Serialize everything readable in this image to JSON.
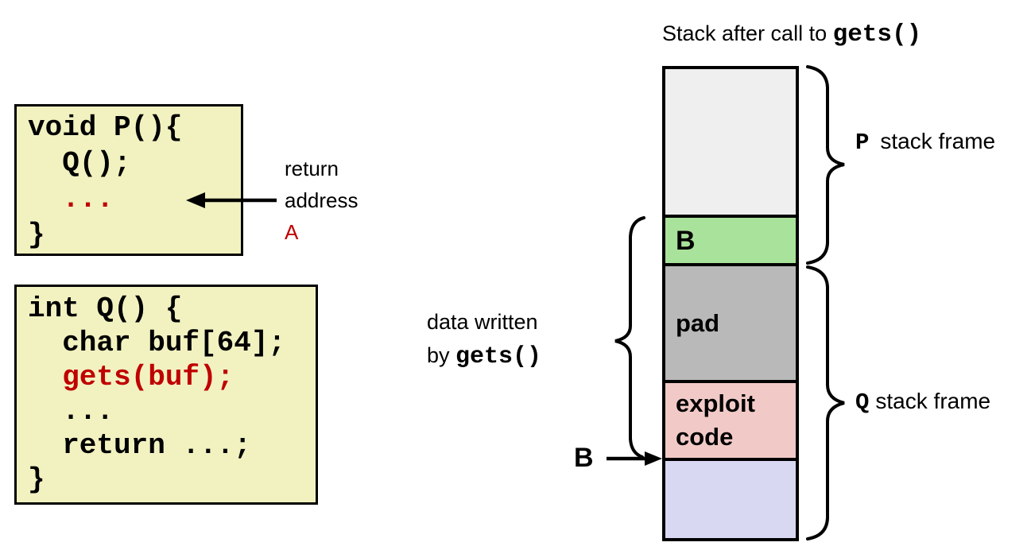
{
  "code_p": {
    "line1": "void P(){",
    "line2": "  Q();",
    "line3": "  ...",
    "line4": "}"
  },
  "code_q": {
    "line1": "int Q() {",
    "line2": "  char buf[64];",
    "line3": "  gets(buf);",
    "line4": "  ...",
    "line5": "  return ...;",
    "line6": "}"
  },
  "annotations": {
    "return_address": {
      "line1": "return",
      "line2": "address",
      "line3": "A"
    },
    "data_written": {
      "line1": "data written",
      "line2_prefix": "by ",
      "line2_code": "gets()"
    }
  },
  "stack": {
    "title_prefix": "Stack after call to ",
    "title_code": "gets()",
    "cells": {
      "return_address_label": "B",
      "pad_label": "pad",
      "exploit_line1": "exploit",
      "exploit_line2": "code"
    }
  },
  "frames": {
    "p_code": "P",
    "p_text": "stack frame",
    "q_code": "Q",
    "q_text": "stack frame"
  },
  "pointers": {
    "b_label": "B"
  },
  "colors": {
    "code_box_bg": "#F2F2C1",
    "accent_red": "#C00000",
    "cell_p_top": "#EFEFEF",
    "cell_return": "#A9E29B",
    "cell_pad": "#B9B9B9",
    "cell_exploit": "#F1CAC7",
    "cell_buffer": "#D8D8F2",
    "line_color": "#000000"
  }
}
